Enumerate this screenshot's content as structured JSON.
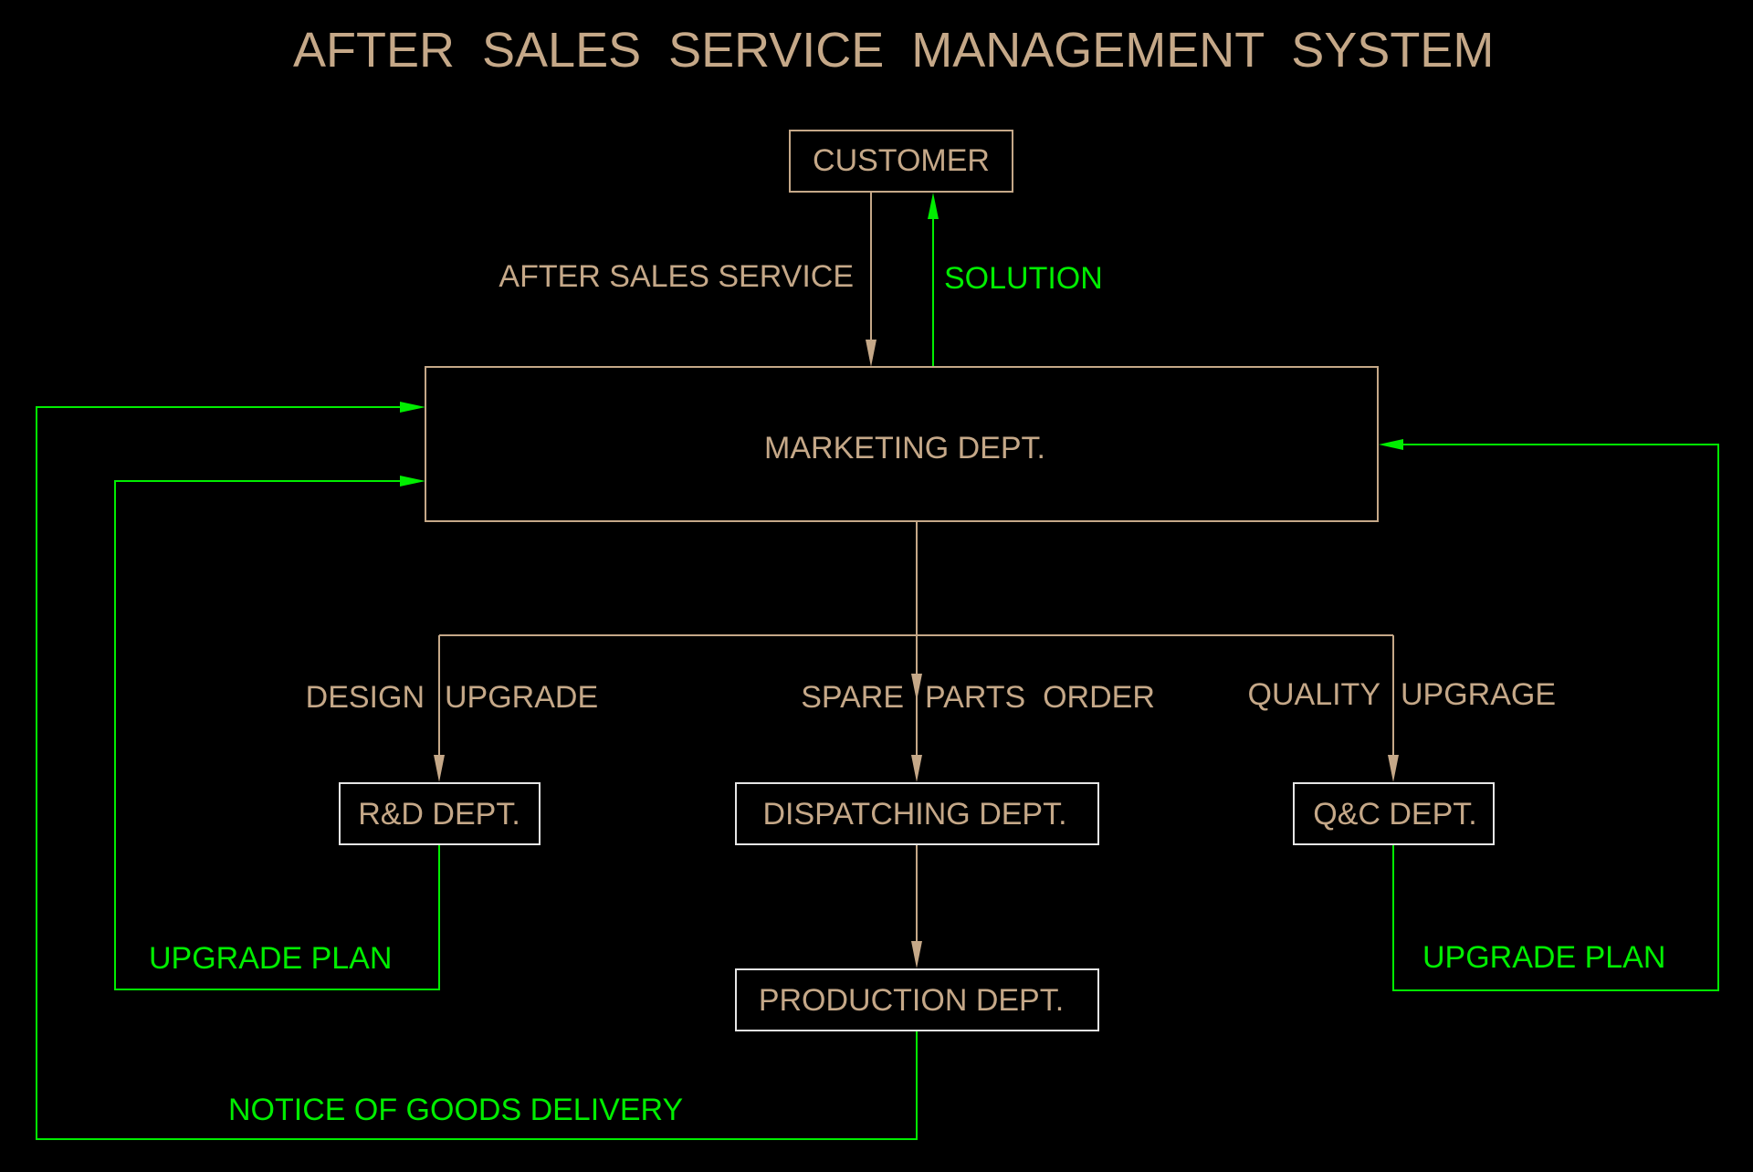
{
  "title": "AFTER  SALES  SERVICE  MANAGEMENT  SYSTEM",
  "nodes": {
    "customer": "CUSTOMER",
    "marketing": "MARKETING DEPT.",
    "rnd": "R&D DEPT.",
    "dispatching": "DISPATCHING DEPT.",
    "qc": "Q&C DEPT.",
    "production": "PRODUCTION DEPT."
  },
  "edge_labels": {
    "after_sales_service": "AFTER SALES SERVICE",
    "solution": "SOLUTION",
    "design_left": "DESIGN",
    "design_right": "UPGRADE",
    "spare_left": "SPARE",
    "spare_right": "PARTS  ORDER",
    "quality_left": "QUALITY",
    "quality_right": "UPGRAGE",
    "upgrade_plan_left": "UPGRADE PLAN",
    "upgrade_plan_right": "UPGRADE PLAN",
    "notice": "NOTICE OF GOODS DELIVERY"
  },
  "colors": {
    "text_primary": "#c5a888",
    "feedback": "#00ee00",
    "box_border_light": "#e6e6e6",
    "background": "#000000"
  }
}
